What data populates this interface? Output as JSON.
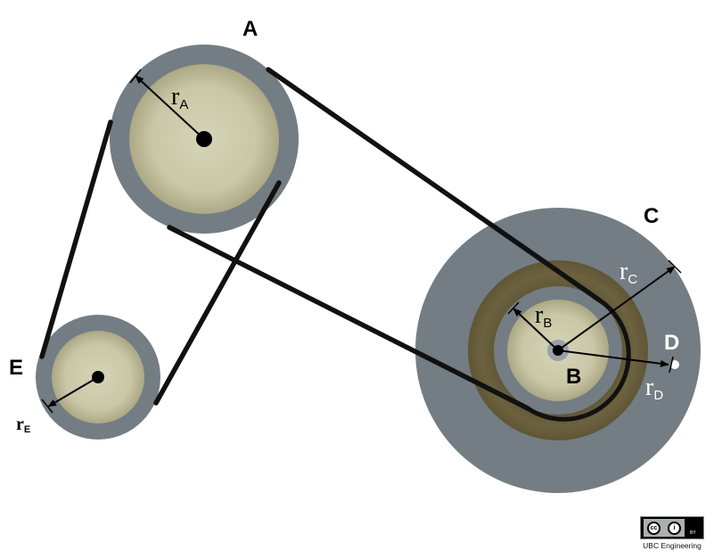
{
  "diagram": {
    "labels": {
      "A": "A",
      "B": "B",
      "C": "C",
      "D": "D",
      "E": "E"
    },
    "radius_labels": {
      "rA": {
        "main": "r",
        "sub": "A"
      },
      "rB": {
        "main": "r",
        "sub": "B"
      },
      "rC": {
        "main": "r",
        "sub": "C"
      },
      "rD": {
        "main": "r",
        "sub": "D"
      },
      "rE": {
        "main": "r",
        "sub": "E"
      }
    },
    "colors": {
      "rim": "#737d83",
      "wheel_inner": "#cccaaa",
      "wheel_inner_edge": "#a9a583",
      "ring_C_brown": "#6b603a",
      "belt": "#111111",
      "hub": "#000000",
      "hub_B_ring": "#9aa0a4"
    }
  },
  "license": {
    "cc_glyph": "cc",
    "by_glyph": "i",
    "by_label": "BY",
    "organization": "UBC Engineering"
  }
}
